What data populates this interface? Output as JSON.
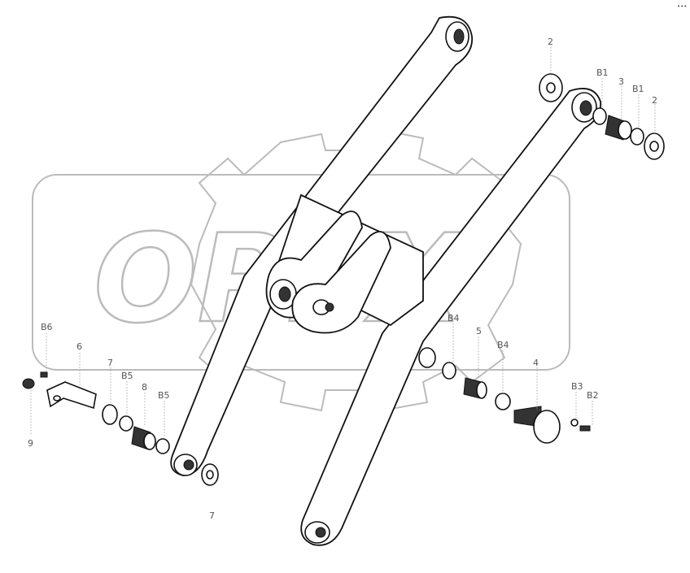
{
  "watermark": {
    "text": "OPEX"
  },
  "corner_mark": "•••",
  "callouts": {
    "top_right": [
      "2",
      "B1",
      "3",
      "B1",
      "2"
    ],
    "left": [
      "B6",
      "6",
      "7",
      "B5",
      "8",
      "B5",
      "9",
      "7"
    ],
    "right": [
      "B4",
      "5",
      "B4",
      "4",
      "B3",
      "B2"
    ]
  }
}
